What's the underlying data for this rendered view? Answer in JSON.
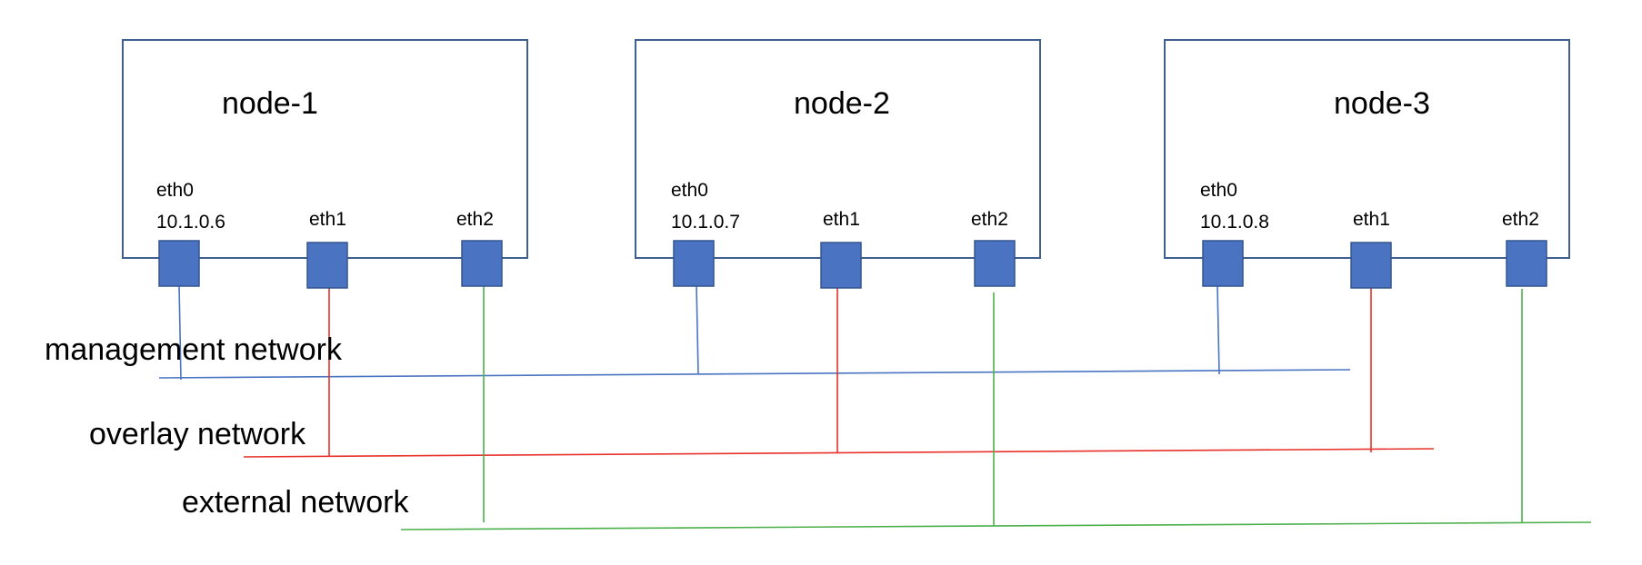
{
  "colors": {
    "node_border": "#3f5f8f",
    "port_fill": "#4a74c2",
    "management": "#4a74c2",
    "overlay": "#e8312a",
    "external": "#4cb04c"
  },
  "nodes": [
    {
      "name": "node-1",
      "interfaces": [
        {
          "name": "eth0",
          "ip": "10.1.0.6",
          "network": "management"
        },
        {
          "name": "eth1",
          "network": "overlay"
        },
        {
          "name": "eth2",
          "network": "external"
        }
      ]
    },
    {
      "name": "node-2",
      "interfaces": [
        {
          "name": "eth0",
          "ip": "10.1.0.7",
          "network": "management"
        },
        {
          "name": "eth1",
          "network": "overlay"
        },
        {
          "name": "eth2",
          "network": "external"
        }
      ]
    },
    {
      "name": "node-3",
      "interfaces": [
        {
          "name": "eth0",
          "ip": "10.1.0.8",
          "network": "management"
        },
        {
          "name": "eth1",
          "network": "overlay"
        },
        {
          "name": "eth2",
          "network": "external"
        }
      ]
    }
  ],
  "networks": {
    "management": {
      "label": "management network"
    },
    "overlay": {
      "label": "overlay network"
    },
    "external": {
      "label": "external network"
    }
  }
}
